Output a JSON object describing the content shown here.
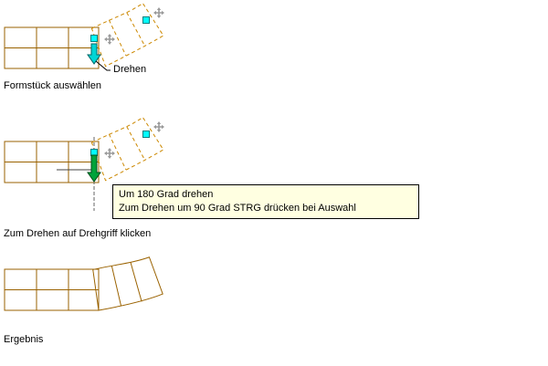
{
  "colors": {
    "background": "#ffffff",
    "text": "#000000",
    "line-solid": "#9a6200",
    "line-dashed": "#cc8800",
    "grip-fill": "#00ffff",
    "grip-stroke": "#007d7d",
    "arrow-cyan": "#00d5d5",
    "arrow-cyan-stroke": "#006666",
    "arrow-green": "#00a33a",
    "arrow-green-stroke": "#004d1a",
    "cross-gray": "#9a9a9a",
    "construction-line": "#666666",
    "callout-line": "#000000",
    "tooltip-bg": "#ffffe1",
    "tooltip-border": "#000000"
  },
  "steps": [
    {
      "caption": "Formstück auswählen",
      "callout": "Drehen"
    },
    {
      "caption": "Zum Drehen auf Drehgriff klicken",
      "tooltip": {
        "line1": "Um 180 Grad drehen",
        "line2": "Zum Drehen um 90 Grad STRG drücken bei Auswahl"
      }
    },
    {
      "caption": "Ergebnis"
    }
  ]
}
